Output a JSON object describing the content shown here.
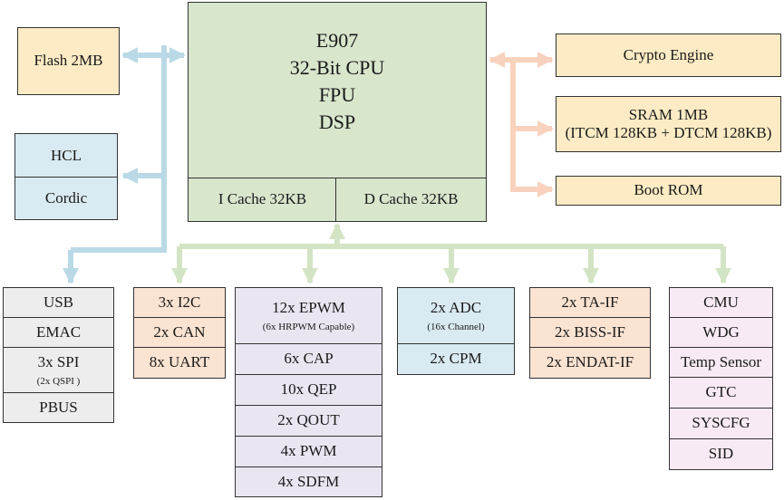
{
  "colors": {
    "cpu_fill": "#d8e6cc",
    "yellow": "#fcebc4",
    "blue": "#d9eaf2",
    "gray": "#ededed",
    "peach": "#fbe3d2",
    "lavender": "#e9e6f1",
    "pink": "#f7eaf4",
    "bus_blue": "#bad9e6",
    "bus_peach": "#f8d2bd",
    "bus_green": "#d3e4c4"
  },
  "cpu": {
    "lines": [
      "E907",
      "32-Bit CPU",
      "FPU",
      "DSP"
    ],
    "icache": "I Cache 32KB",
    "dcache": "D Cache 32KB"
  },
  "left": {
    "flash": "Flash 2MB",
    "hcl": "HCL",
    "cordic": "Cordic"
  },
  "right": {
    "crypto": "Crypto Engine",
    "sram_line1": "SRAM 1MB",
    "sram_line2": "(ITCM 128KB + DTCM 128KB)",
    "bootrom": "Boot ROM"
  },
  "groups": {
    "usb": {
      "items": [
        "USB",
        "EMAC"
      ],
      "spi": "3x SPI",
      "spi_note": "(2x QSPI )",
      "pbus": "PBUS"
    },
    "comm": [
      "3x I2C",
      "2x CAN",
      "8x UART"
    ],
    "pwm": {
      "epwm": "12x EPWM",
      "epwm_note": "(6x HRPWM Capable)",
      "items": [
        "6x CAP",
        "10x QEP",
        "2x QOUT",
        "4x PWM",
        "4x SDFM"
      ]
    },
    "adc": {
      "adc": "2x ADC",
      "adc_note": "(16x Channel)",
      "cpm": "2x CPM"
    },
    "enc": [
      "2x TA-IF",
      "2x BISS-IF",
      "2x ENDAT-IF"
    ],
    "sys": [
      "CMU",
      "WDG",
      "Temp Sensor",
      "GTC",
      "SYSCFG",
      "SID"
    ]
  }
}
